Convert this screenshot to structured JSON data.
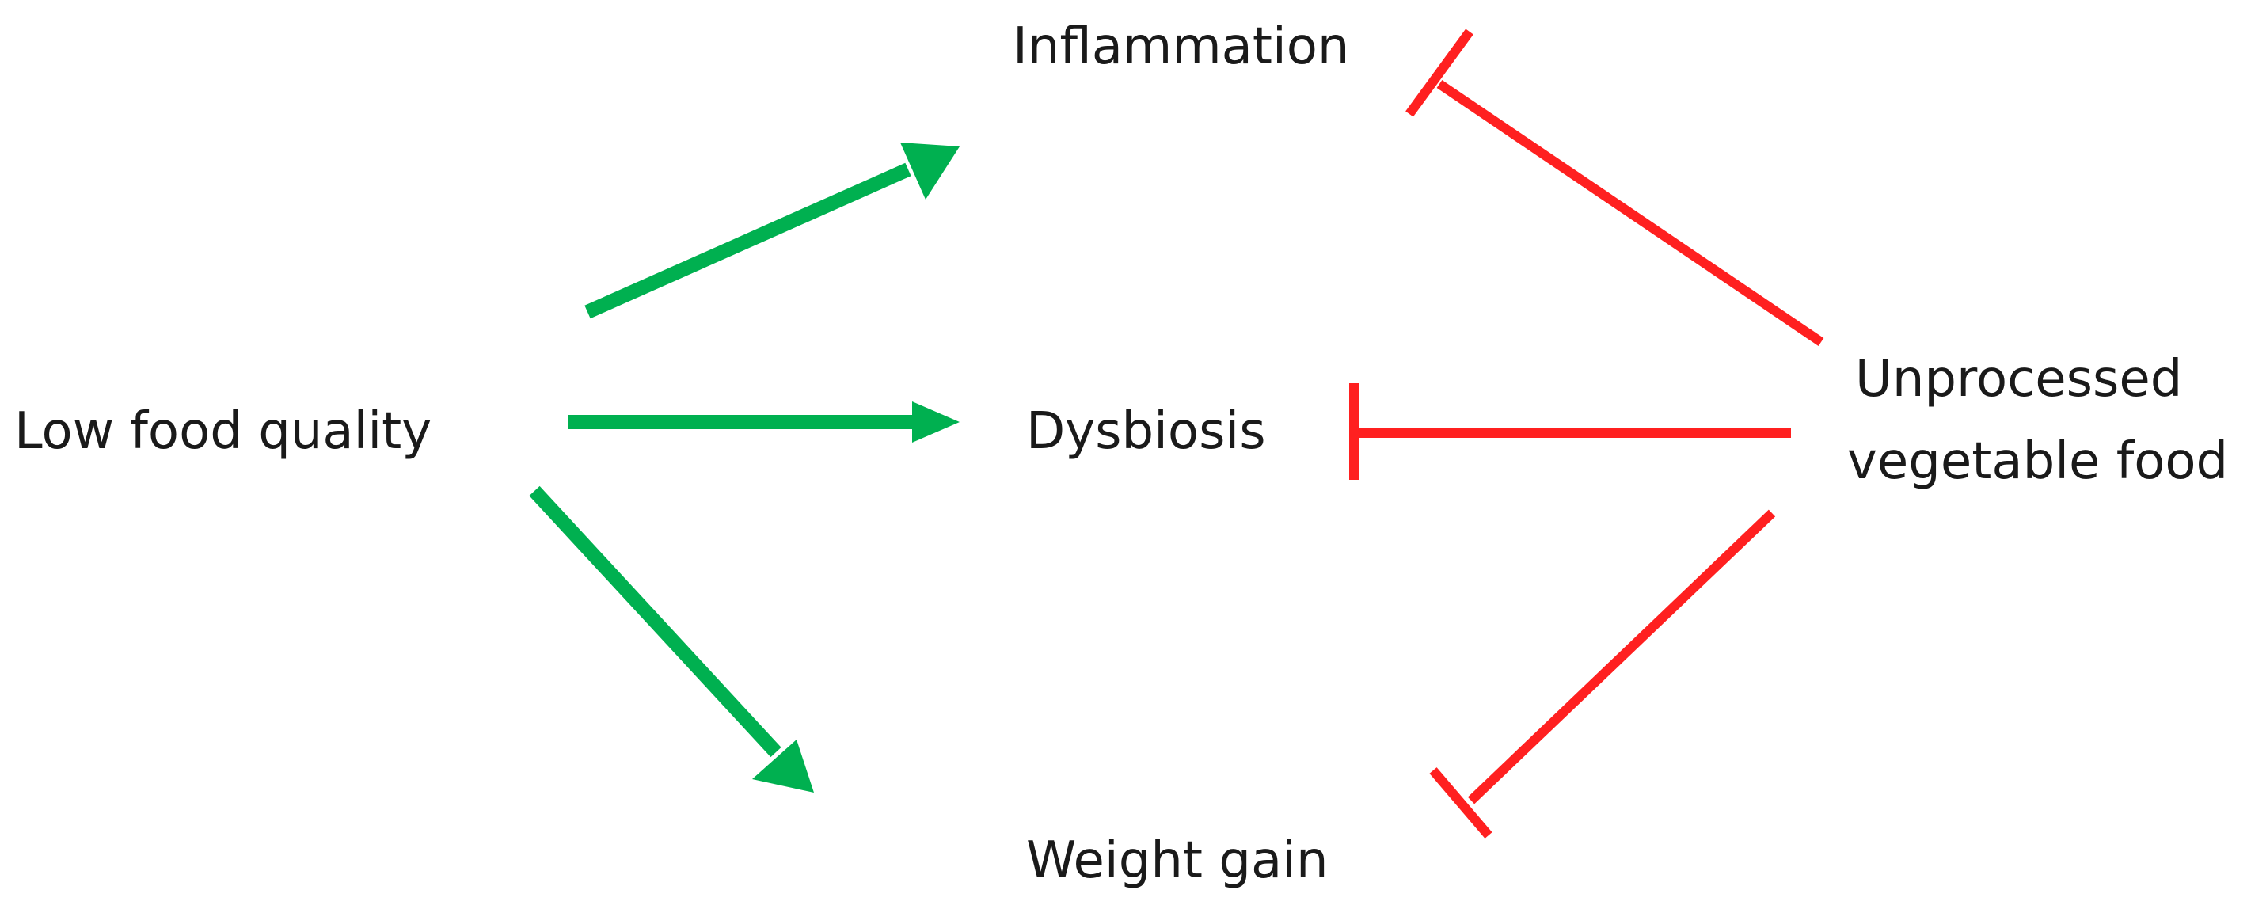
{
  "nodes": {
    "low_food_quality": "Low food quality",
    "inflammation": "Inflammation",
    "dysbiosis": "Dysbiosis",
    "weight_gain": "Weight gain",
    "unprocessed_line1": "Unprocessed",
    "unprocessed_line2": "vegetable food"
  },
  "colors": {
    "promote": "#00b050",
    "inhibit": "#ff2020",
    "text": "#1a1a1a"
  }
}
